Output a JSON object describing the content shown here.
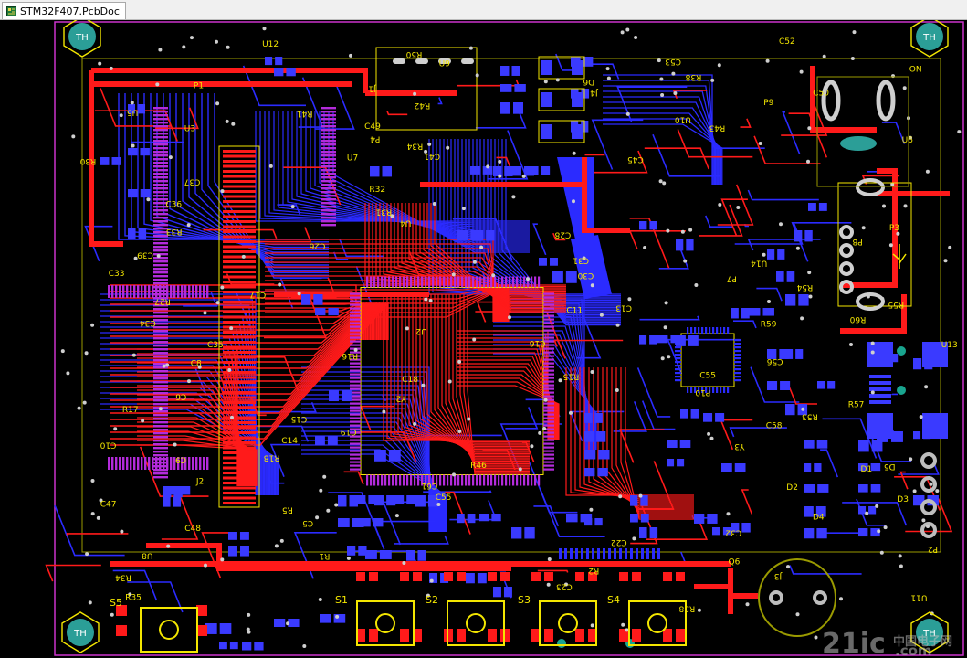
{
  "document": {
    "tab_title": "STM32F407.PcbDoc",
    "tab_icon": "pcb-document-icon"
  },
  "colors": {
    "background": "#000000",
    "top_copper": "#ff1a1a",
    "bottom_copper": "#2b2bff",
    "silkscreen": "#f3e600",
    "pads": "#3a3aff",
    "via": "#cfcfcf",
    "board_outline": "#cc33cc",
    "mounting_hole": "#2b9e97",
    "highlight_pad": "#19a58f"
  },
  "mounting_holes": [
    "TH",
    "TH",
    "TH",
    "TH"
  ],
  "switches": [
    "S1",
    "S2",
    "S3",
    "S4",
    "S5"
  ],
  "designators": {
    "left": [
      "P1",
      "U5",
      "U3",
      "R30",
      "C37",
      "C36",
      "R33",
      "C39",
      "C33",
      "R27",
      "C34",
      "C35",
      "C8",
      "C6",
      "R17",
      "C10",
      "C9",
      "J2",
      "C47",
      "C48",
      "U8",
      "R34",
      "R35"
    ],
    "top": [
      "C52",
      "U12",
      "R50",
      "C53",
      "U9",
      "ON",
      "R38",
      "D6",
      "J1",
      "J4",
      "C50",
      "P9",
      "R42",
      "R41",
      "U10",
      "R43",
      "C49",
      "P4",
      "R34",
      "U6",
      "C41",
      "C45",
      "U7"
    ],
    "center": [
      "R32",
      "R31",
      "U4",
      "C28",
      "C26",
      "C31",
      "C30",
      "C17",
      "C13",
      "C11",
      "U2",
      "C16",
      "R16",
      "R15",
      "C18",
      "Y2",
      "C15",
      "C19",
      "C14",
      "R18",
      "R46",
      "C61",
      "C55",
      "R5",
      "C5",
      "C22",
      "R1",
      "R2",
      "C23"
    ],
    "right": [
      "P3",
      "P8",
      "U14",
      "P7",
      "R54",
      "R55",
      "R60",
      "R59",
      "U13",
      "C56",
      "C55",
      "P10",
      "R57",
      "R53",
      "C58",
      "Y3",
      "D5",
      "D1",
      "D2",
      "D3",
      "D4",
      "C32",
      "P2",
      "Q6",
      "J3",
      "U11",
      "R58"
    ]
  },
  "watermark": {
    "brand": "21ic",
    "tagline": "中国电子网",
    "domain": ".com"
  }
}
